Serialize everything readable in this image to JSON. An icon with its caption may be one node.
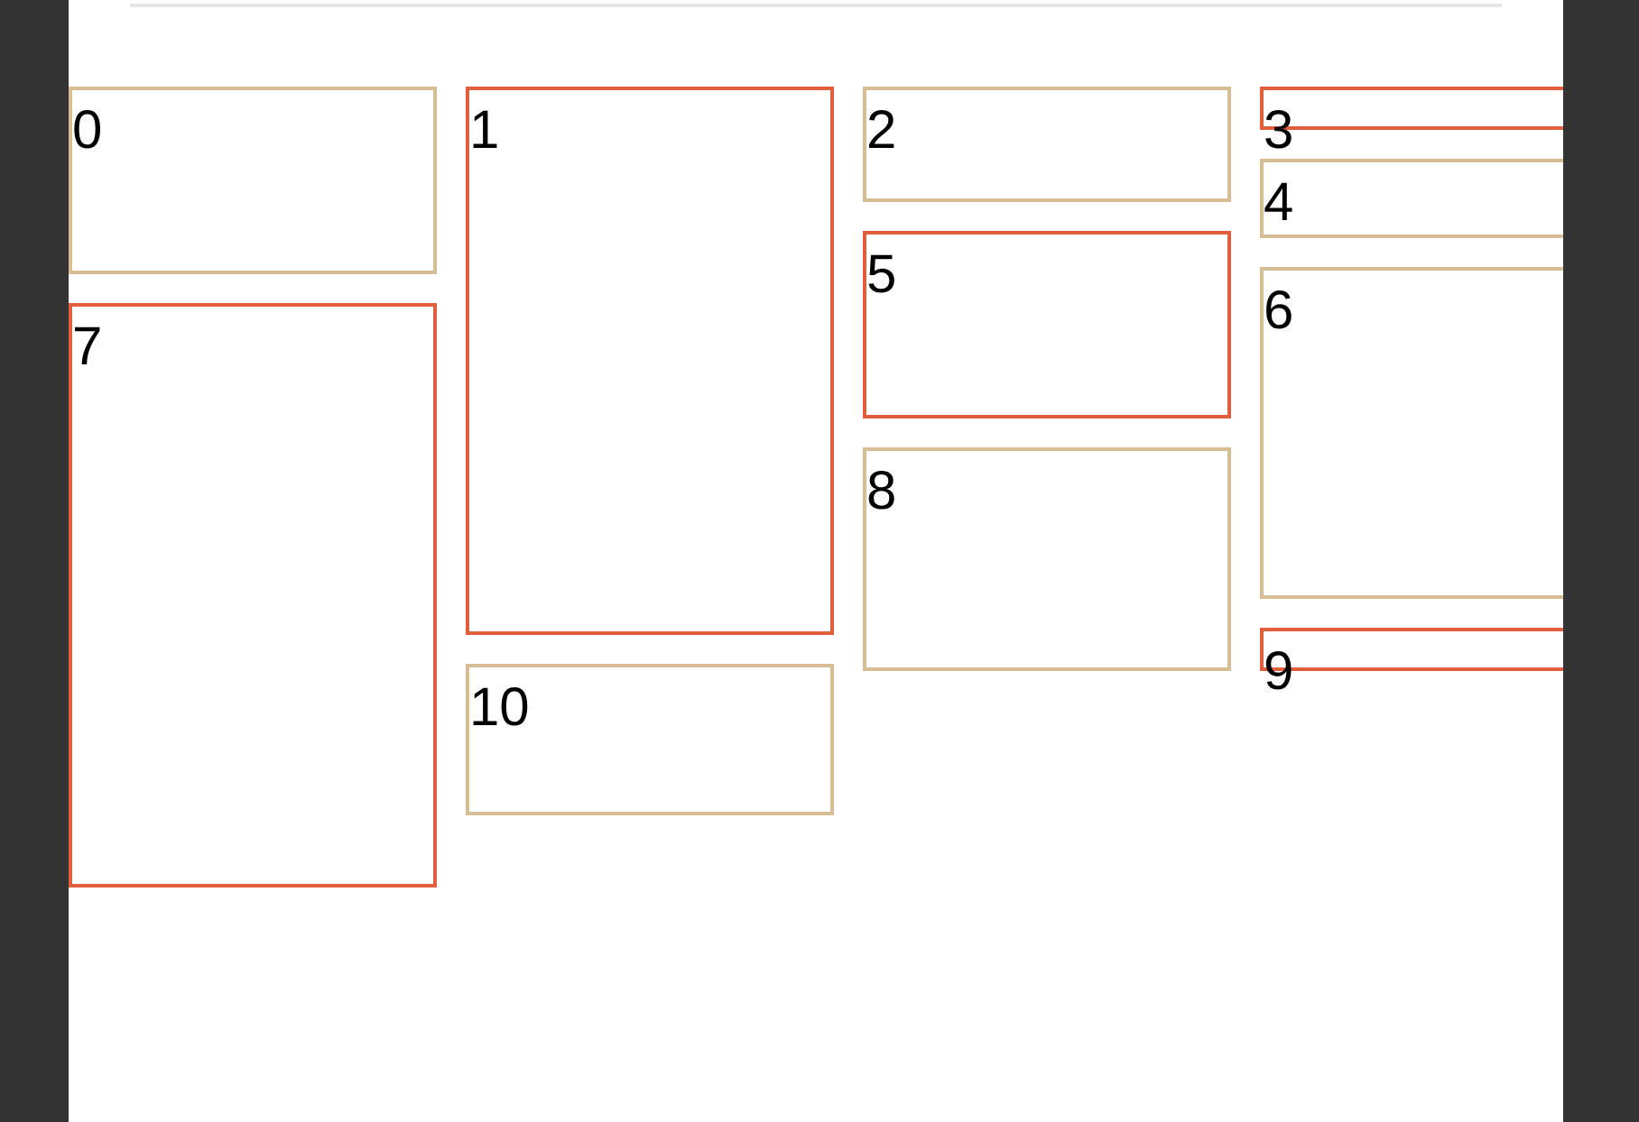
{
  "diagram": {
    "nodes": [
      {
        "text": [
          "0"
        ]
      },
      {
        "text": [
          "1"
        ]
      },
      {
        "text": [
          "2"
        ]
      },
      {
        "text": [
          "3"
        ]
      },
      {
        "text": [
          "4"
        ]
      },
      {
        "text": [
          "5"
        ]
      },
      {
        "text": [
          "6"
        ]
      },
      {
        "text": [
          "7"
        ]
      },
      {
        "text": [
          "8"
        ]
      },
      {
        "text": [
          "9"
        ]
      },
      {
        "text": [
          "10"
        ]
      }
    ]
  }
}
